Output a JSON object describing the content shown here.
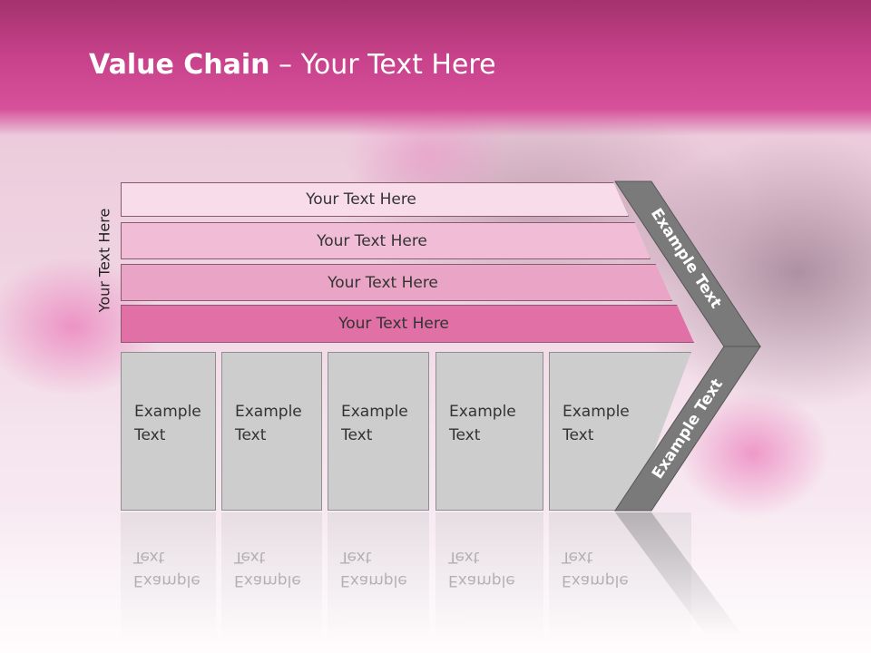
{
  "title": {
    "bold": "Value Chain",
    "rest": " – Your Text Here"
  },
  "side_label": "Your Text Here",
  "rows": [
    "Your Text Here",
    "Your Text Here",
    "Your Text Here",
    "Your Text Here"
  ],
  "boxes": [
    {
      "line1": "Example",
      "line2": "Text"
    },
    {
      "line1": "Example",
      "line2": "Text"
    },
    {
      "line1": "Example",
      "line2": "Text"
    },
    {
      "line1": "Example",
      "line2": "Text"
    },
    {
      "line1": "Example",
      "line2": "Text"
    }
  ],
  "chevron": {
    "upper": "Example Text",
    "lower": "Example Text"
  },
  "colors": {
    "title_bar": "#c9438c",
    "row1": "#f8dce9",
    "row2": "#f1bcd5",
    "row3": "#eaa5c6",
    "row4": "#e070a5",
    "boxes": "#cdcdcd",
    "chevron": "#7a7a7a"
  }
}
